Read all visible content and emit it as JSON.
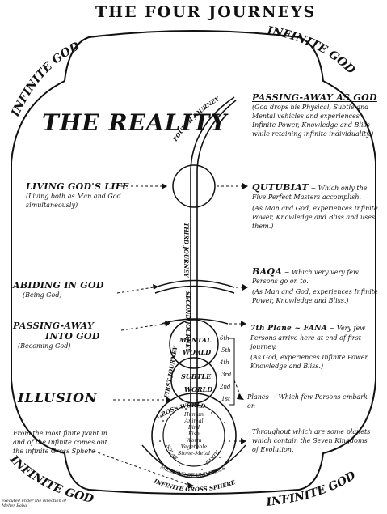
{
  "title": "THE FOUR JOURNEYS",
  "corner_labels": {
    "top_left": "INFINITE GOD",
    "top_right": "INFINITE GOD",
    "bottom_left": "INFINITE GOD",
    "bottom_right": "INFINITE GOD"
  },
  "reality": "THE REALITY",
  "journeys": {
    "fourth": "FOURTH JOURNEY",
    "third": "THIRD JOURNEY",
    "second": "SECOND JOURNEY",
    "first": "FIRST JOURNEY"
  },
  "left_labels": {
    "living": {
      "head": "LIVING GOD'S LIFE",
      "body": "(Living both as Man and God simultaneously)"
    },
    "abiding": {
      "head": "ABIDING IN GOD",
      "body": "(Being God)"
    },
    "passing_into": {
      "head_a": "PASSING-AWAY",
      "head_b": "INTO GOD",
      "body": "(Becoming God)"
    },
    "illusion": "ILLUSION",
    "finite_point": "From the most finite point in and of the Infinite comes out the infinite Gross Sphere"
  },
  "right_labels": {
    "passing_as": {
      "head": "PASSING-AWAY AS GOD",
      "body": "(God drops his Physical, Subtle and Mental vehicles and experiences Infinite Power, Knowledge and Bliss while retaining infinite individuality.)"
    },
    "qutubiat": {
      "head": "QUTUBIAT",
      "rest": "~ Which only the Five Perfect Masters accomplish.",
      "body": "(As Man and God, experiences Infinite Power, Knowledge and Bliss and uses them.)"
    },
    "baqa": {
      "head": "BAQA",
      "rest": "~ Which very very few Persons go on to.",
      "body": "(As Man and God, experiences Infinite Power, Knowledge and Bliss.)"
    },
    "fana": {
      "head": "7th Plane ~ FANA",
      "rest": "~ Very few Persons arrive here at end of first journey.",
      "body": "(As God, experiences Infinite Power, Knowledge and Bliss.)"
    },
    "planes": "Planes ~ Which few Persons embark on",
    "throughout": "Throughout which are some planets which contain the Seven Kingdoms of Evolution."
  },
  "spheres": {
    "mental_a": "MENTAL",
    "mental_b": "WORLD",
    "subtle_a": "SUBTLE",
    "subtle_b": "WORLD",
    "gross_top": "GROSS WORLD",
    "kingdoms": [
      "Human",
      "Animal",
      "Bird",
      "Fish",
      "Worm",
      "Vegetable",
      "Stone-Metal"
    ],
    "earth": "EARTH",
    "solar": "SOLAR",
    "millions": "MILLIONS OF UNIVERSES",
    "infinite_gross": "INFINITE GROSS SPHERE"
  },
  "plane_numbers": [
    "6th",
    "5th",
    "4th",
    "3rd",
    "2nd",
    "1st"
  ],
  "credit": "executed under the direction of Meher Baba"
}
